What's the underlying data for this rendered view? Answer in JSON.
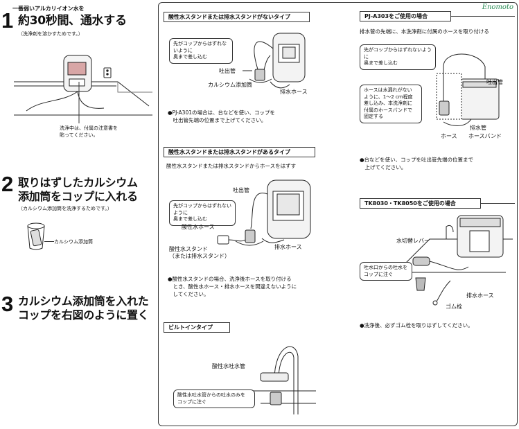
{
  "step1": {
    "num": "1",
    "kicker": "一番弱いアルカリイオン水を",
    "title": "約30秒間、通水する",
    "note": "（洗浄剤を溶かすためです。）",
    "callout": "洗浄中は、付属の注意書を\n貼ってください。"
  },
  "step2": {
    "num": "2",
    "title": "取りはずしたカルシウム\n添加筒をコップに入れる",
    "note": "（カルシウム添加筒を洗浄するためです。）",
    "label": "カルシウム添加筒"
  },
  "step3": {
    "num": "3",
    "title": "カルシウム添加筒を入れた\nコップを右図のように置く"
  },
  "watermark": "Enomoto",
  "sec_a": {
    "heading": "酸性水スタンドまたは排水スタンドがないタイプ",
    "callout": "先がコップからはずれないように\n奥まで差し込む",
    "label_outlet": "吐出管",
    "label_calcium": "カルシウム添加筒",
    "label_drain": "排水ホース",
    "bullet": "●PJ-A301の場合は、台などを使い、コップを\n　吐出管先端の位置まで上げてください。"
  },
  "sec_b": {
    "heading": "酸性水スタンドまたは排水スタンドがあるタイプ",
    "intro": "酸性水スタンドまたは排水スタンドからホースをはずす",
    "label_outlet": "吐出管",
    "callout": "先がコップからはずれないように\n奥まで差し込む",
    "label_acid_hose": "酸性水ホース",
    "label_stand": "酸性水スタンド\n（または排水スタンド）",
    "label_drain": "排水ホース",
    "bullet": "●酸性水スタンドの場合、洗浄後ホースを取り付ける\n　とき、酸性水ホース・排水ホースを間違えないように\n　してください。"
  },
  "sec_c": {
    "heading": "ビルトインタイプ",
    "label_pipe": "酸性水吐水管",
    "callout": "酸性水吐水管からの吐水のみを\nコップに注ぐ"
  },
  "sec_d": {
    "heading": "PJ-A303をご使用の場合",
    "intro": "排水管の先端に、本洗浄剤に付属のホースを取り付ける",
    "callout1": "先がコップからはずれないように\n奥まで差し込む",
    "label_outlet": "吐出管",
    "callout2": "ホースは水漏れがない\nように、1～2 cm程度\n差し込み、本洗浄剤に\n付属のホースバンドで\n固定する",
    "label_drainpipe": "排水管",
    "label_hose": "ホース",
    "label_band": "ホースバンド",
    "bullet": "●台などを使い、コップを吐出管先端の位置まで\n　上げてください。"
  },
  "sec_e": {
    "heading": "TK8030・TK8050をご使用の場合",
    "label_lever": "水切替レバー",
    "callout": "吐水口からの吐水を\nコップに注ぐ",
    "label_drain": "排水ホース",
    "label_plug": "ゴム栓",
    "bullet": "●洗浄後、必ずゴム栓を取りはずしてください。"
  }
}
